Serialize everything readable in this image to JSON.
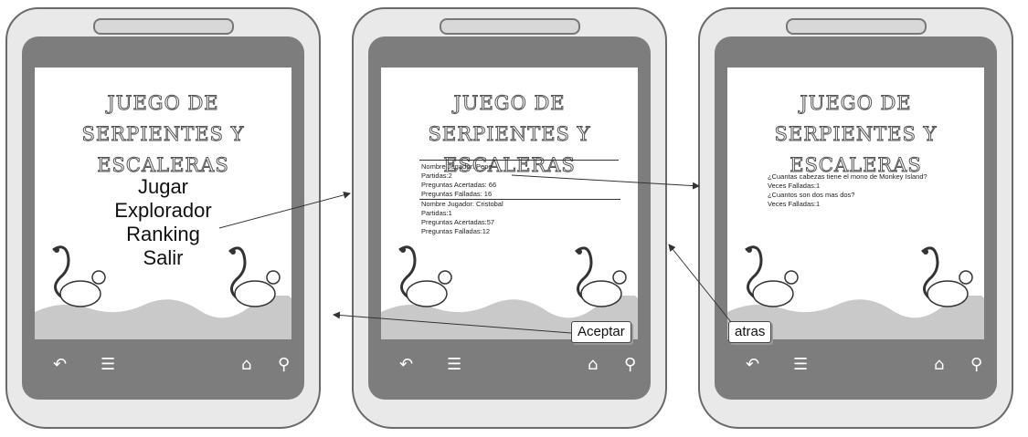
{
  "phones": [
    {
      "title_line1": "JUEGO DE SERPIENTES Y",
      "title_line2": "ESCALERAS",
      "menu_items": [
        "Jugar",
        "Explorador",
        "Ranking",
        "Salir"
      ]
    },
    {
      "title_line1": "JUEGO DE SERPIENTES Y",
      "title_line2": "ESCALERAS",
      "players": [
        {
          "name": "Nombre Jugador: Pepe",
          "games": "Partidas:2",
          "correct": "Preguntas Acertadas: 66",
          "failed": "Preguntas Falladas: 16"
        },
        {
          "name": "Nombre Jugador: Cristobal",
          "games": "Partidas:1",
          "correct": "Preguntas Acertadas:57",
          "failed": "Preguntas Falladas:12"
        }
      ],
      "button": "Aceptar"
    },
    {
      "title_line1": "JUEGO DE SERPIENTES Y",
      "title_line2": "ESCALERAS",
      "questions": [
        "¿Cuantas cabezas tiene el mono de Monkey Island?",
        "Veces Falladas:1",
        "¿Cuantos son dos mas dos?",
        "Veces Falladas:1"
      ],
      "button": "atras"
    }
  ],
  "nav_icons": [
    "back-icon",
    "menu-icon",
    "home-icon",
    "search-icon"
  ],
  "colors": {
    "bezel": "#7d7d7d",
    "body": "#e9e9e9",
    "grass": "#c9c9c9"
  }
}
